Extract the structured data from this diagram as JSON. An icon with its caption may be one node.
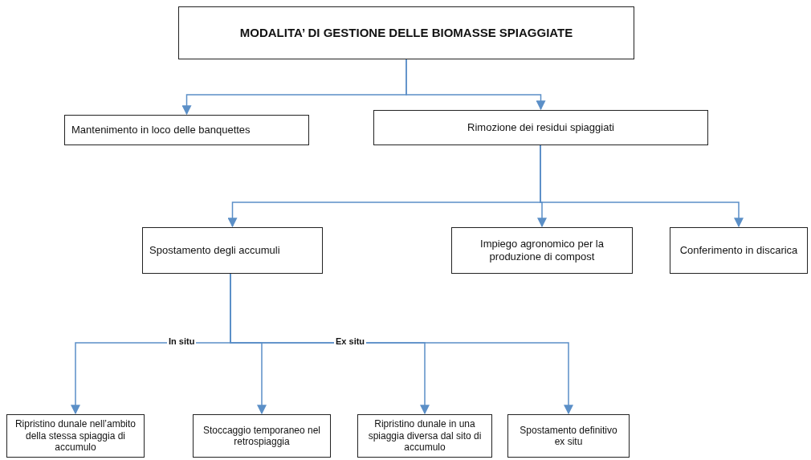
{
  "diagram": {
    "nodes": [
      {
        "text": [
          "MODALITA’ DI GESTIONE DELLE BIOMASSE SPIAGGIATE"
        ]
      },
      {
        "text": [
          "Mantenimento in loco delle banquettes"
        ]
      },
      {
        "text": [
          "Rimozione dei residui spiaggiati"
        ]
      },
      {
        "text": [
          "Spostamento degli accumuli"
        ]
      },
      {
        "text": [
          "Impiego agronomico per la produzione di compost"
        ]
      },
      {
        "text": [
          "Conferimento in discarica"
        ]
      },
      {
        "text": [
          "Ripristino dunale nell’ambito della stessa spiaggia di accumulo"
        ]
      },
      {
        "text": [
          "Stoccaggio temporaneo nel retrospiaggia"
        ]
      },
      {
        "text": [
          "Ripristino dunale in una spiaggia diversa dal sito di accumulo"
        ]
      },
      {
        "text": [
          "Spostamento definitivo ex situ"
        ]
      }
    ],
    "edges": [
      {
        "from": 0,
        "to": 1,
        "arrow": "to"
      },
      {
        "from": 0,
        "to": 2,
        "arrow": "to"
      },
      {
        "from": 2,
        "to": 3,
        "arrow": "to"
      },
      {
        "from": 2,
        "to": 4,
        "arrow": "to"
      },
      {
        "from": 2,
        "to": 5,
        "arrow": "to"
      },
      {
        "from": 3,
        "to": 6,
        "arrow": "to",
        "label": "In situ"
      },
      {
        "from": 3,
        "to": 7,
        "arrow": "to"
      },
      {
        "from": 3,
        "to": 8,
        "arrow": "to",
        "label": "Ex situ"
      },
      {
        "from": 3,
        "to": 9,
        "arrow": "to"
      }
    ]
  }
}
